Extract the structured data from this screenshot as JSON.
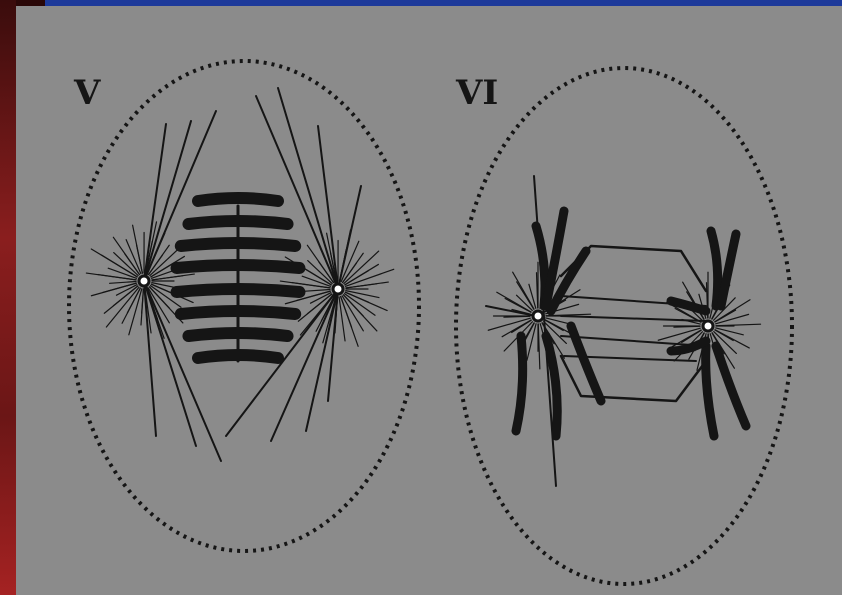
{
  "figure": {
    "panels": [
      {
        "label": "V",
        "stage": "metaphase"
      },
      {
        "label": "VI",
        "stage": "anaphase"
      }
    ],
    "colors": {
      "background": "#8b8b8b",
      "ink": "#151515",
      "slide_edge": "#8a1e1e",
      "top_bar": "#1d3a9a"
    }
  }
}
